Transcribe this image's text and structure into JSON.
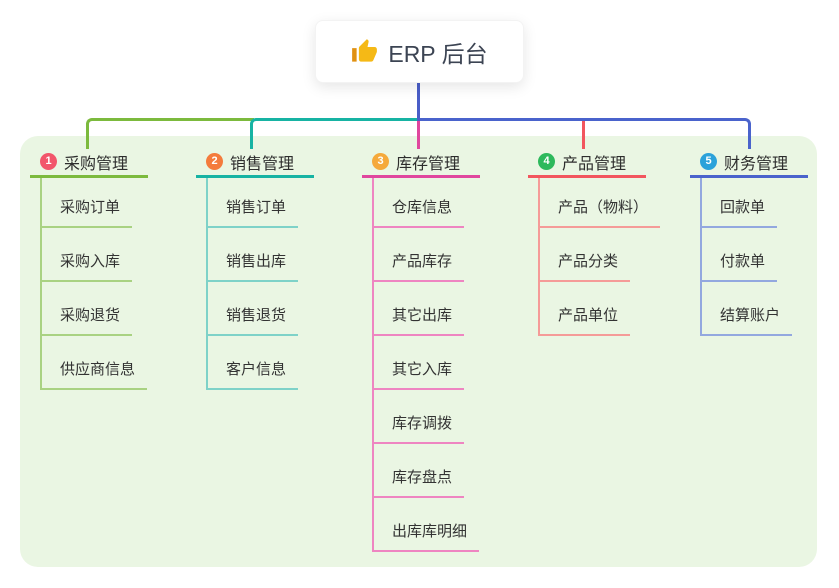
{
  "root": {
    "label": "ERP 后台",
    "icon": "thumbs-up-icon"
  },
  "colors": {
    "page_background": "#ffffff",
    "panel_background": "#eaf6e3",
    "root_connector": "#4a5ec8",
    "text": "#333333"
  },
  "branches": [
    {
      "index": "1",
      "label": "采购管理",
      "badge_color": "#f2566b",
      "line_color": "#7cba3d",
      "child_line_color": "#a9d282",
      "children": [
        "采购订单",
        "采购入库",
        "采购退货",
        "供应商信息"
      ]
    },
    {
      "index": "2",
      "label": "销售管理",
      "badge_color": "#f47b3c",
      "line_color": "#17b3a3",
      "child_line_color": "#7ed2c8",
      "children": [
        "销售订单",
        "销售出库",
        "销售退货",
        "客户信息"
      ]
    },
    {
      "index": "3",
      "label": "库存管理",
      "badge_color": "#f5a93b",
      "line_color": "#e0479e",
      "child_line_color": "#ee85c1",
      "children": [
        "仓库信息",
        "产品库存",
        "其它出库",
        "其它入库",
        "库存调拨",
        "库存盘点",
        "出库库明细"
      ]
    },
    {
      "index": "4",
      "label": "产品管理",
      "badge_color": "#2db95c",
      "line_color": "#f2565e",
      "child_line_color": "#f59b98",
      "children": [
        "产品（物料）",
        "产品分类",
        "产品单位"
      ]
    },
    {
      "index": "5",
      "label": "财务管理",
      "badge_color": "#2ba2da",
      "line_color": "#4a63cc",
      "child_line_color": "#93a8df",
      "children": [
        "回款单",
        "付款单",
        "结算账户"
      ]
    }
  ]
}
